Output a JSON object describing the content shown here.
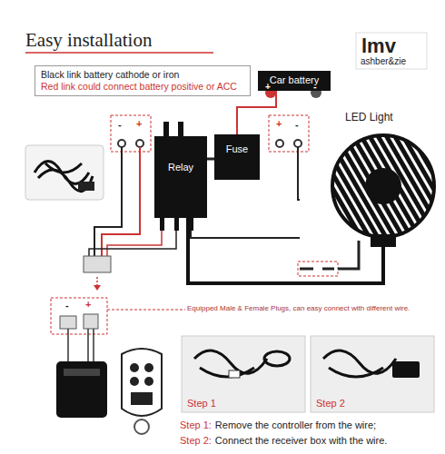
{
  "diagram": {
    "title": "Easy installation",
    "nodes": [
      {
        "text": [
          "Black link battery cathode or iron",
          "Red link could connect battery positive or ACC"
        ]
      },
      {
        "text": [
          "Car battery"
        ]
      },
      {
        "text": [
          "Relay"
        ]
      },
      {
        "text": [
          "Fuse"
        ]
      },
      {
        "text": [
          "LED Light"
        ]
      }
    ],
    "edges": [
      {
        "from": 2,
        "to": 3,
        "arrow": "none"
      },
      {
        "from": 3,
        "to": 1,
        "arrow": "none"
      },
      {
        "from": 2,
        "to": 4,
        "arrow": "none"
      }
    ],
    "labels": [
      "lmv",
      "ashber&zie",
      "+",
      "-",
      "-",
      "+",
      "+",
      "-",
      "-",
      "+",
      "Equipped Male & Female Plugs, can easy connect with different wire.",
      "Step 1",
      "Step 2",
      "Step 1:",
      "Remove the controller from the wire;",
      "Step 2:",
      "Connect the receiver box with the wire."
    ]
  }
}
